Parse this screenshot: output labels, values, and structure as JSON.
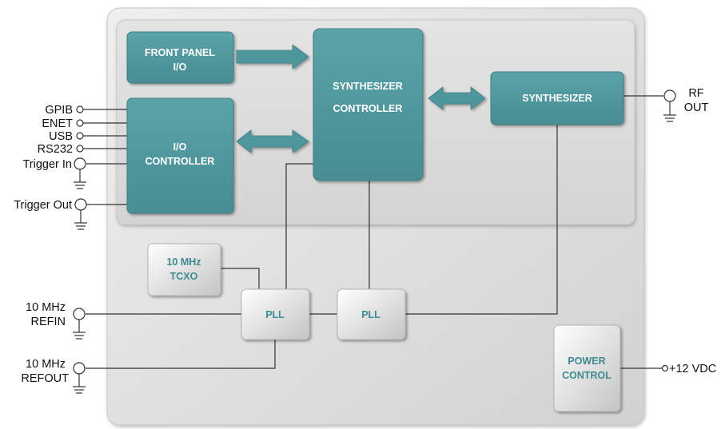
{
  "blocks": {
    "front_panel": [
      "FRONT PANEL",
      "I/O"
    ],
    "io_controller": [
      "I/O",
      "CONTROLLER"
    ],
    "synth_controller": [
      "SYNTHESIZER",
      "CONTROLLER"
    ],
    "synthesizer": [
      "SYNTHESIZER"
    ],
    "tcxo": [
      "10 MHz",
      "TCXO"
    ],
    "pll_left": [
      "PLL"
    ],
    "pll_right": [
      "PLL"
    ],
    "power_control": [
      "POWER",
      "CONTROL"
    ]
  },
  "ports": {
    "gpib": "GPIB",
    "enet": "ENET",
    "usb": "USB",
    "rs232": "RS232",
    "trigger_in": "Trigger In",
    "trigger_out": "Trigger Out",
    "refin": [
      "10 MHz",
      "REFIN"
    ],
    "refout": [
      "10 MHz",
      "REFOUT"
    ],
    "rf_out": [
      "RF",
      "OUT"
    ],
    "power_in": "+12 VDC"
  },
  "colors": {
    "teal": "#4e979d",
    "teal_text": "#ffffff",
    "grey_box_text": "#3d8a91",
    "panel_outer": "#e6e6e6",
    "panel_inner": "#dcdcdc",
    "line": "#333333"
  }
}
